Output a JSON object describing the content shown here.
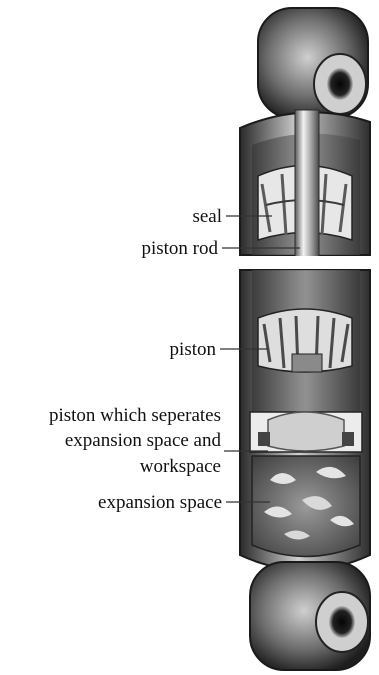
{
  "labels": {
    "seal": "seal",
    "piston_rod": "piston rod",
    "piston": "piston",
    "separator_line1": "piston which seperates",
    "separator_line2": "expansion space and",
    "separator_line3": "workspace",
    "expansion_space": "expansion space"
  }
}
